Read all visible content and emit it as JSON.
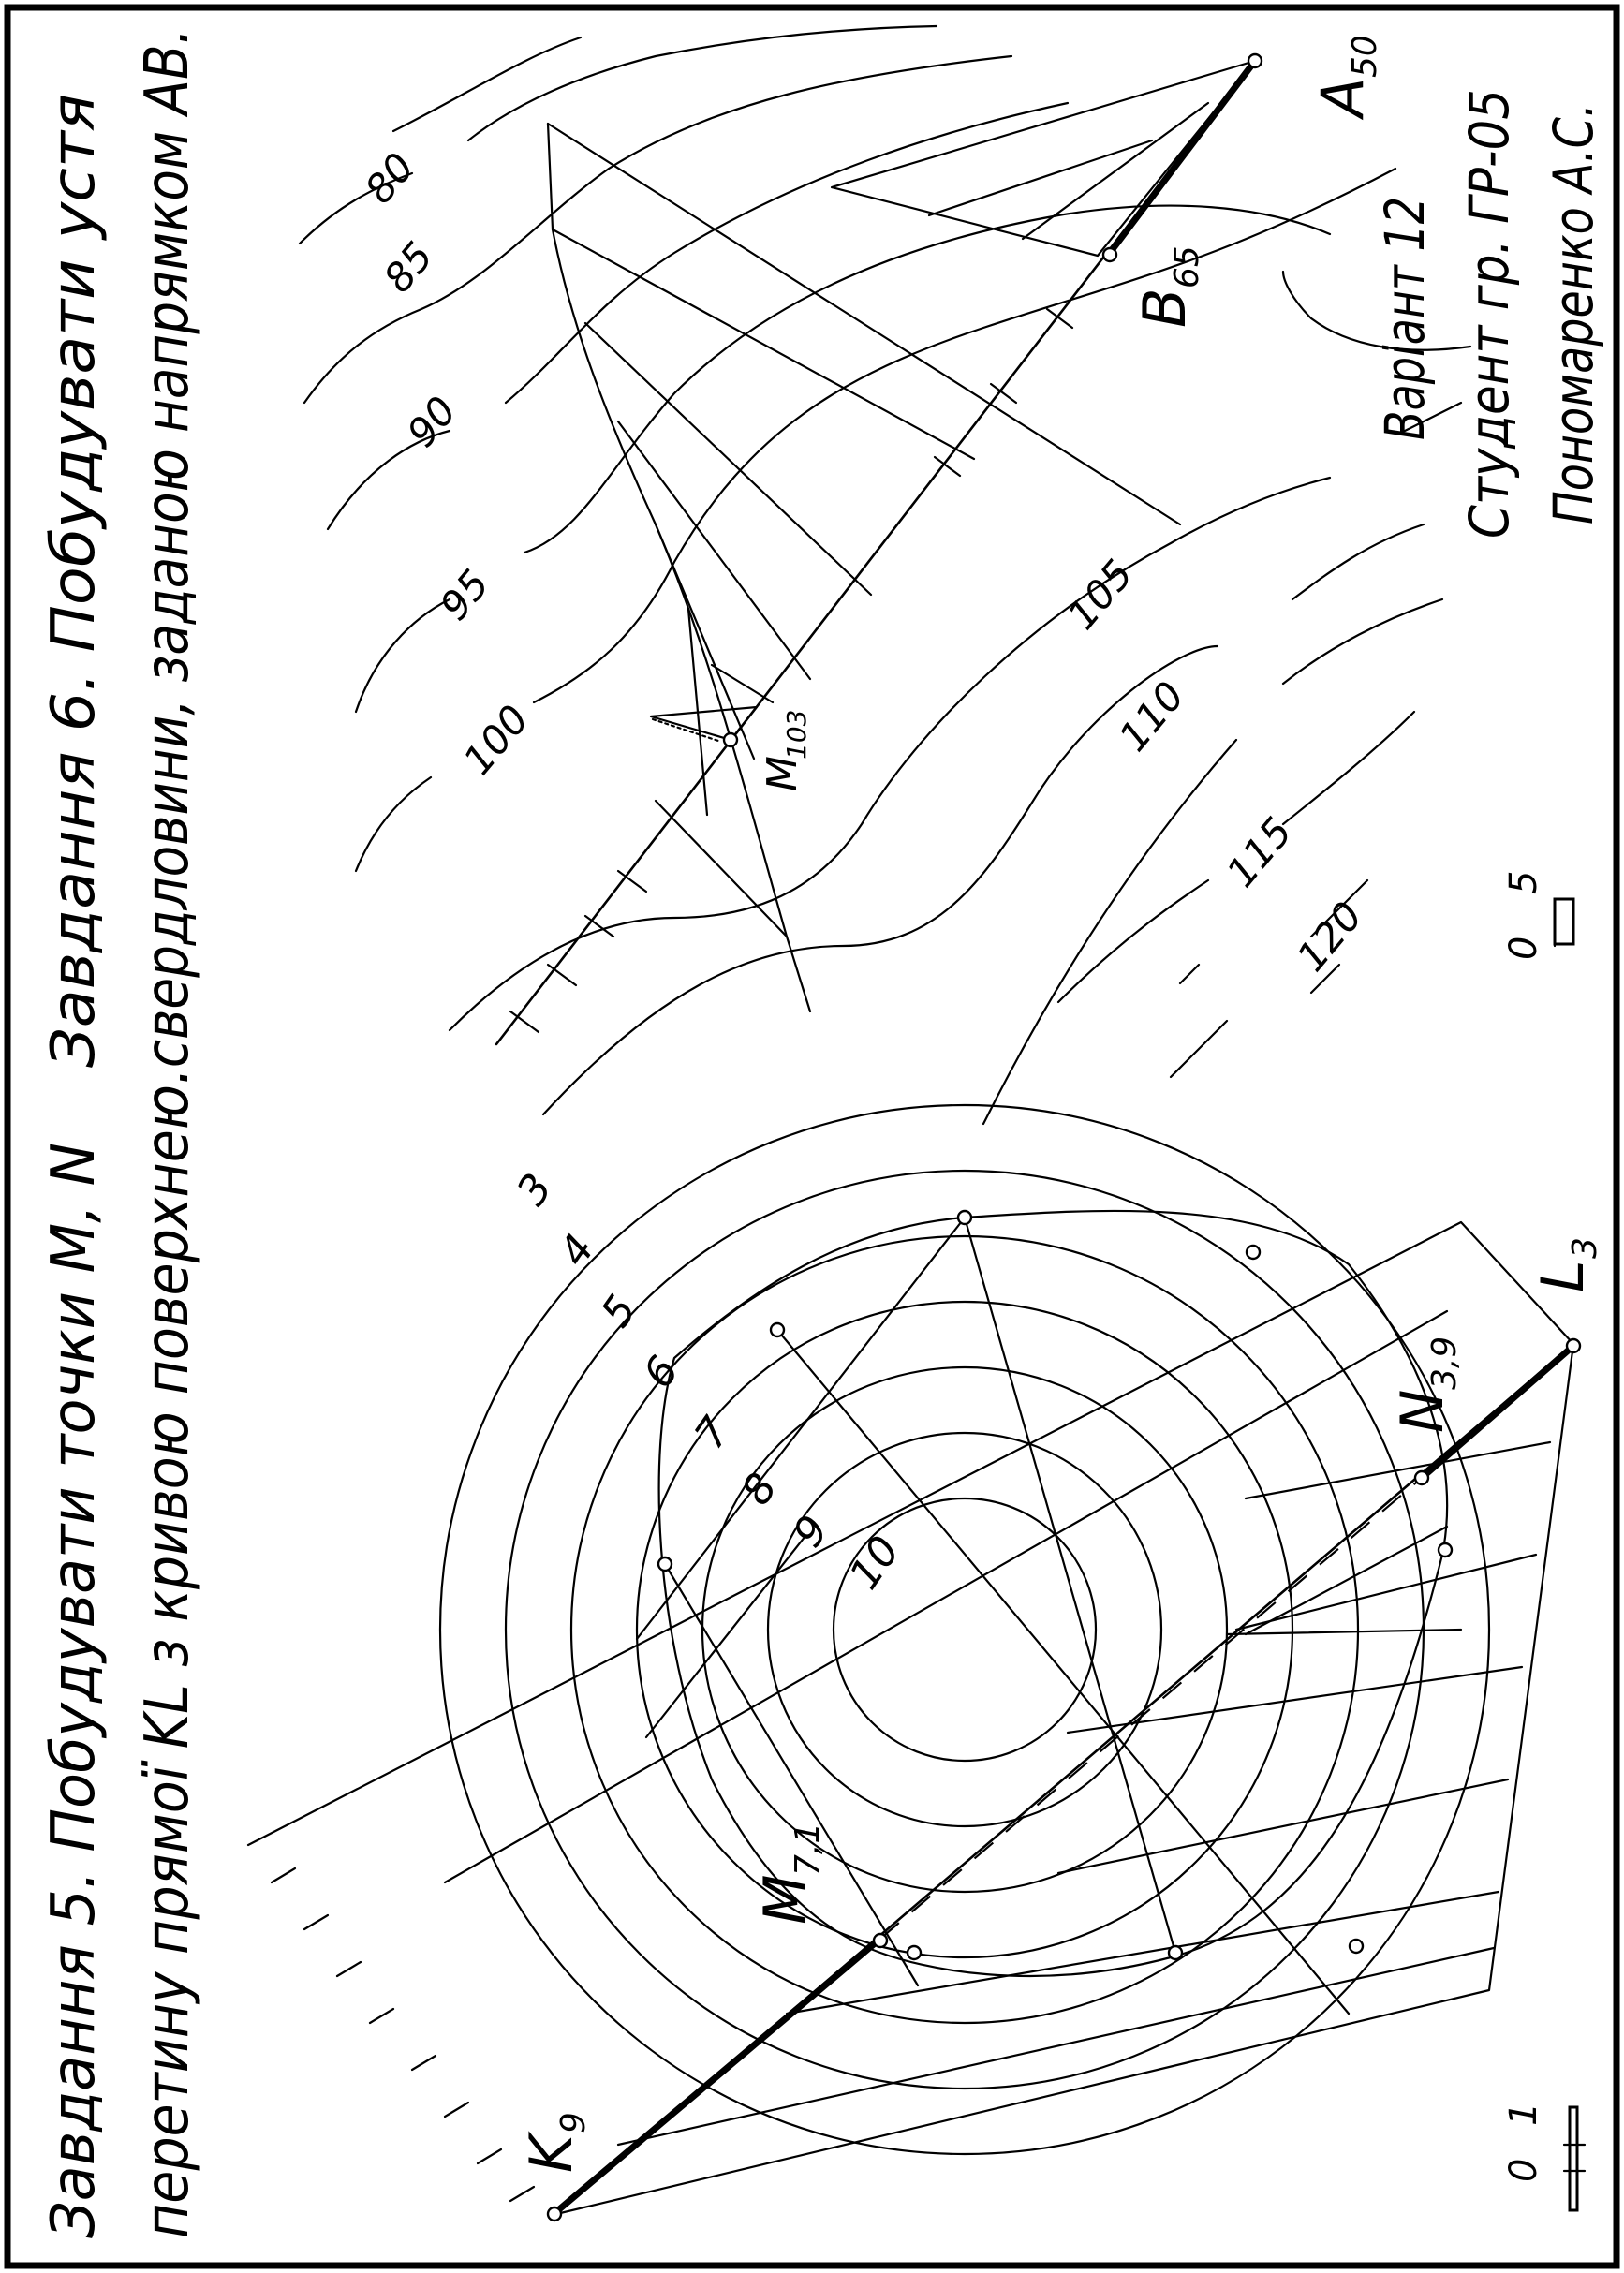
{
  "task5": {
    "title_line1": "Завдання 5. Побудувати точки M, N",
    "title_line2": "перетину прямої KL з кривою поверхнею.",
    "contour_labels": [
      "3",
      "4",
      "5",
      "6",
      "7",
      "8",
      "9",
      "10"
    ],
    "point_K": {
      "letter": "K",
      "sub": "9"
    },
    "point_M": {
      "letter": "M",
      "sub": "7,1"
    },
    "point_N": {
      "letter": "N",
      "sub": "3,9"
    },
    "point_L": {
      "letter": "L",
      "sub": "3"
    },
    "scale": {
      "zero": "0",
      "value": "1"
    }
  },
  "task6": {
    "title_line1": "Завдання 6. Побудувати устя",
    "title_line2": "свердловини, заданою напрямком AB.",
    "contour_labels": [
      "80",
      "85",
      "90",
      "95",
      "100",
      "105",
      "110",
      "115",
      "120"
    ],
    "point_A": {
      "letter": "A",
      "sub": "50"
    },
    "point_B": {
      "letter": "B",
      "sub": "65"
    },
    "point_M": {
      "letter": "M",
      "sub": "103"
    },
    "scale": {
      "zero": "0",
      "value": "5"
    }
  },
  "stamp": {
    "variant": "Варіант 12",
    "student": "Студент гр. ГР-05",
    "name": "Пономаренко А.С."
  }
}
